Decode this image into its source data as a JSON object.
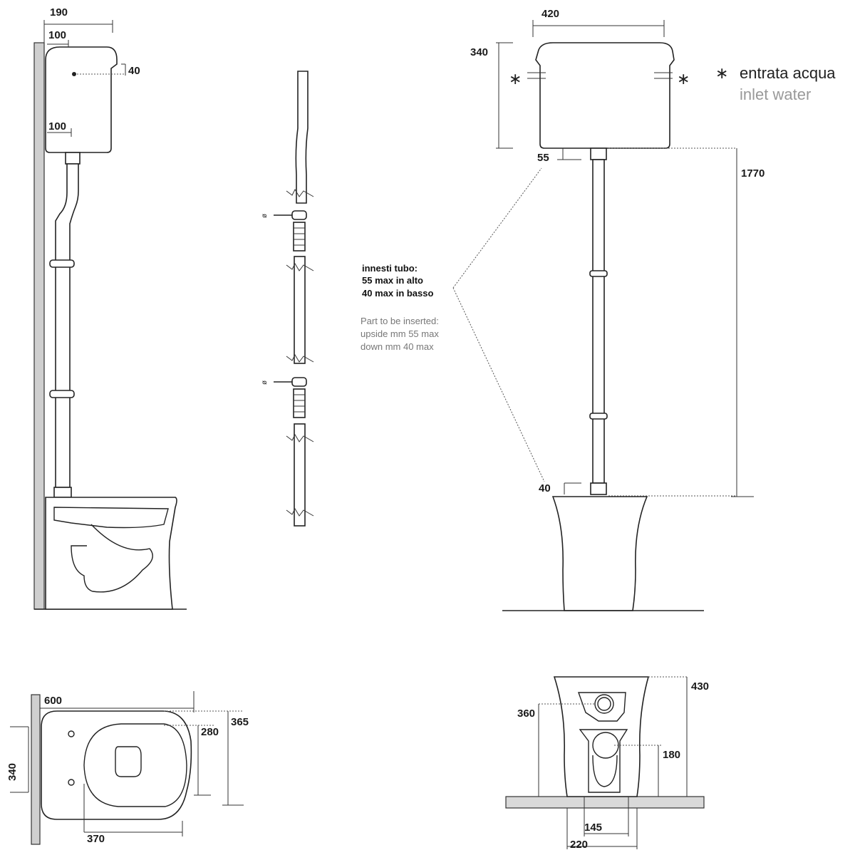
{
  "side_view": {
    "dim_cistern_depth": "190",
    "dim_top_offset": "100",
    "dim_inlet_height": "40",
    "dim_bottom_offset": "100"
  },
  "pipe_kit": {
    "clip_label_upper": "ø",
    "clip_label_lower": "ø"
  },
  "annotation": {
    "it_line1": "innesti tubo:",
    "it_line2": "55 max in alto",
    "it_line3": "40 max in basso",
    "en_line1": "Part to be inserted:",
    "en_line2": "upside mm 55 max",
    "en_line3": "down mm 40 max"
  },
  "front_view": {
    "dim_cistern_width": "420",
    "dim_cistern_height": "340",
    "dim_insert_top": "55",
    "dim_total_height": "1770",
    "dim_insert_bottom": "40"
  },
  "legend": {
    "symbol": "∗",
    "italian": "entrata acqua",
    "english": "inlet water"
  },
  "plan_view": {
    "dim_length": "600",
    "dim_seat_width": "280",
    "dim_bowl_width": "365",
    "dim_fixing_span": "340",
    "dim_rear_to_fix": "370"
  },
  "rear_view": {
    "dim_height": "430",
    "dim_inlet_height": "360",
    "dim_outlet_height": "180",
    "dim_outlet_width": "145",
    "dim_base_width": "220"
  },
  "colors": {
    "line": "#222222",
    "wall": "#cfcfcf",
    "legend_grey": "#999999"
  }
}
